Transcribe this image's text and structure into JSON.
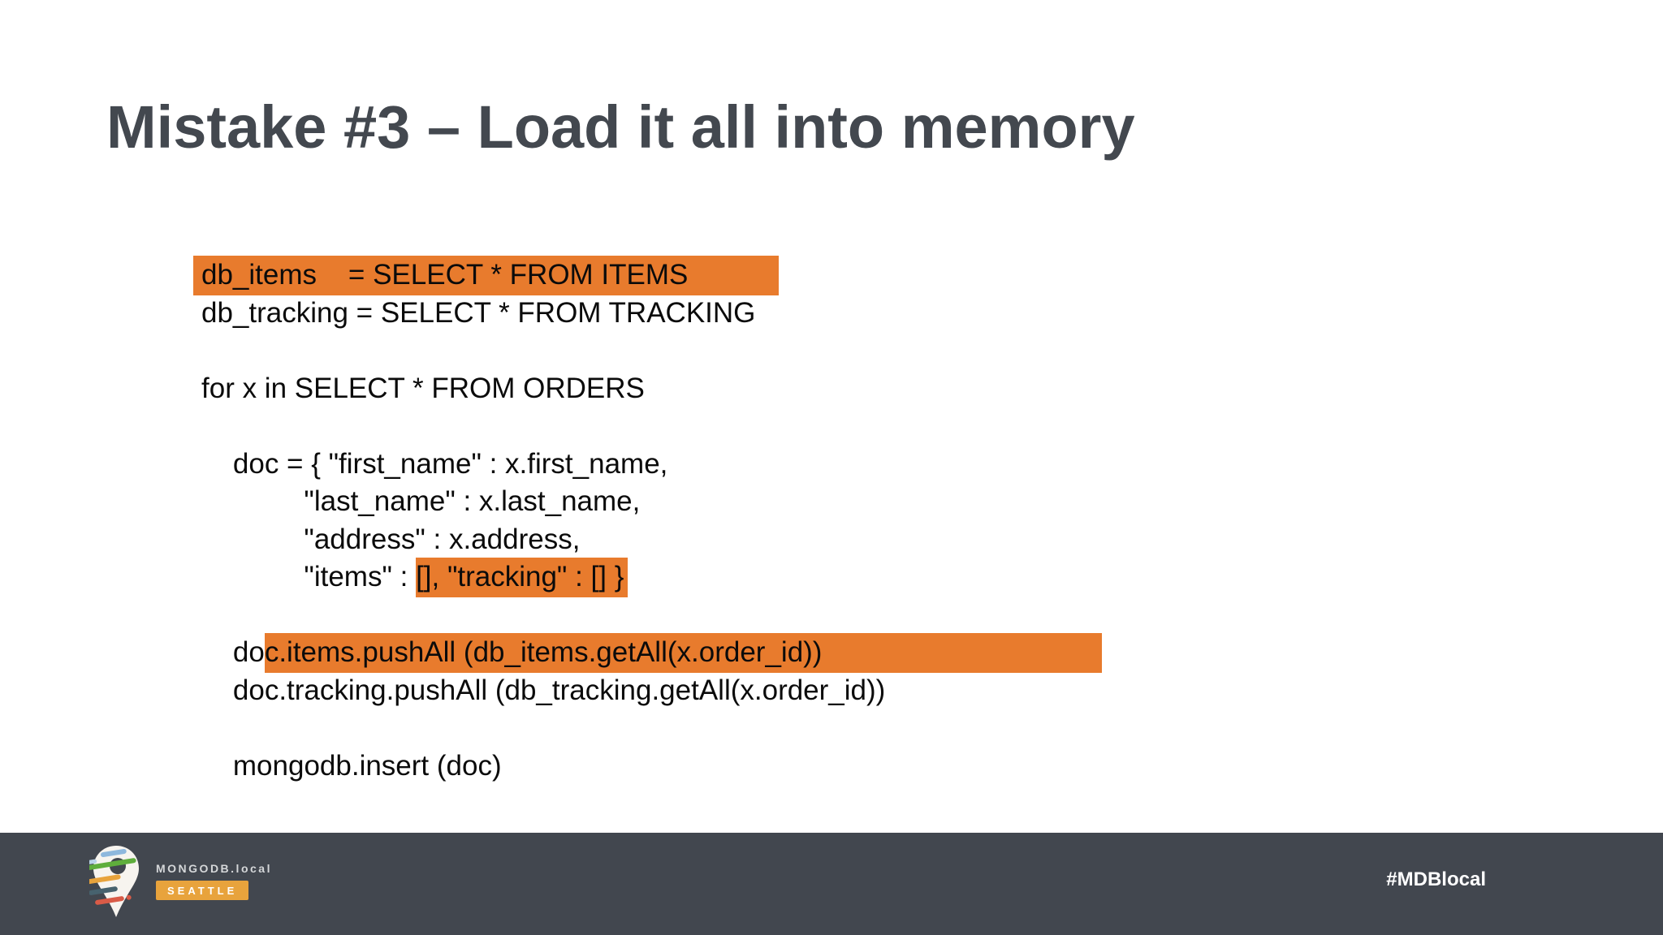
{
  "title": "Mistake #3 – Load it all into memory",
  "code": {
    "lines": [
      {
        "pre": "",
        "hl": "db_items    = SELECT * FROM ITEMS"
      },
      {
        "pre": "db_tracking = SELECT * FROM TRACKING"
      },
      {
        "pre": " "
      },
      {
        "pre": "for x in SELECT * FROM ORDERS"
      },
      {
        "pre": " "
      },
      {
        "pre": "    doc = { \"first_name\" : x.first_name,"
      },
      {
        "pre": "             \"last_name\" : x.last_name,"
      },
      {
        "pre": "             \"address\" : x.address,"
      },
      {
        "pre": "             \"items\" : ",
        "hl": "[], \"tracking\" : [] }"
      },
      {
        "pre": " "
      },
      {
        "pre": "    do",
        "hl": "c.items.pushAll (db_items.getAll(x.order_id))"
      },
      {
        "pre": "    doc.tracking.pushAll (db_tracking.getAll(x.order_id))"
      },
      {
        "pre": " "
      },
      {
        "pre": "    mongodb.insert (doc)"
      }
    ]
  },
  "footer": {
    "brand": "MONGODB.local",
    "city": "SEATTLE",
    "hashtag": "#MDBlocal"
  },
  "icons": {
    "logo": "mongodb-local-pin-icon"
  },
  "colors": {
    "highlight": "#E87B2D",
    "title": "#43484F",
    "footer_bg": "#42474F",
    "badge": "#E8A33C",
    "code_text": "#0B0B0B",
    "brand_text": "#D5D7D9"
  }
}
